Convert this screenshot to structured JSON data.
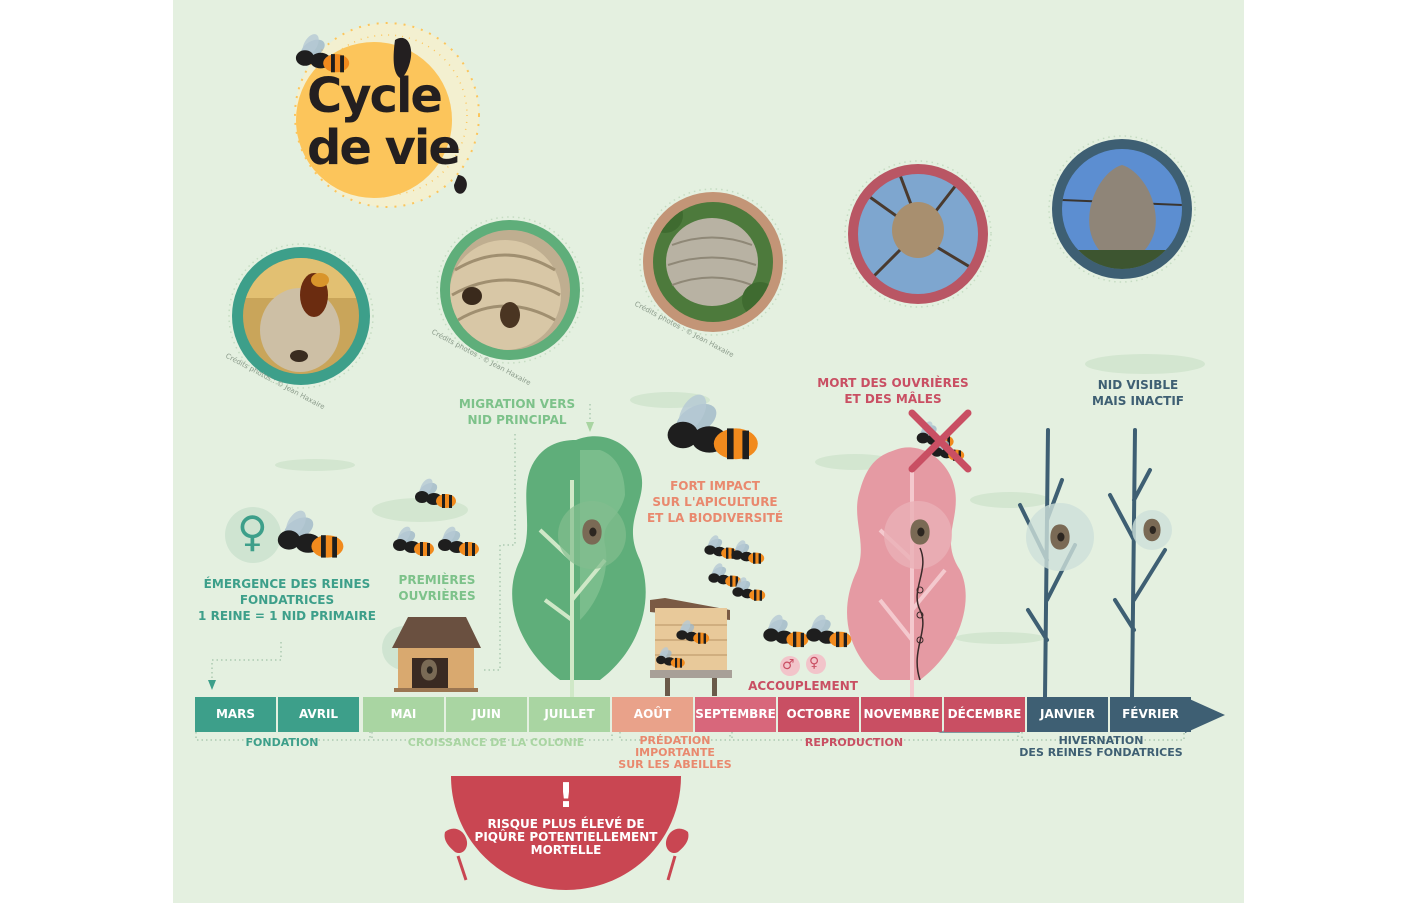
{
  "title": {
    "line1": "Cycle",
    "line2": "de vie"
  },
  "months": [
    {
      "label": "MARS",
      "color": "#3d9f8a"
    },
    {
      "label": "AVRIL",
      "color": "#3d9f8a"
    },
    {
      "label": "MAI",
      "color": "#a9d5a2"
    },
    {
      "label": "JUIN",
      "color": "#a9d5a2"
    },
    {
      "label": "JUILLET",
      "color": "#a9d5a2"
    },
    {
      "label": "AOÛT",
      "color": "#e9a28a"
    },
    {
      "label": "SEPTEMBRE",
      "color": "#d8677b"
    },
    {
      "label": "OCTOBRE",
      "color": "#c94f63"
    },
    {
      "label": "NOVEMBRE",
      "color": "#c94f63"
    },
    {
      "label": "DÉCEMBRE",
      "color": "#c94f63"
    },
    {
      "label": "JANVIER",
      "color": "#3e5f73"
    },
    {
      "label": "FÉVRIER",
      "color": "#3e5f73"
    }
  ],
  "phases": {
    "fondation": "FONDATION",
    "croissance": "CROISSANCE DE LA COLONIE",
    "predation": [
      "PRÉDATION",
      "IMPORTANTE",
      "SUR LES ABEILLES"
    ],
    "reproduction": "REPRODUCTION",
    "hivernation": [
      "HIVERNATION",
      "DES REINES FONDATRICES"
    ]
  },
  "events": {
    "emergence": [
      "ÉMERGENCE DES REINES",
      "FONDATRICES",
      "1 REINE = 1 NID PRIMAIRE"
    ],
    "premieres": [
      "PREMIÈRES",
      "OUVRIÈRES"
    ],
    "migration": [
      "MIGRATION VERS",
      "NID PRINCIPAL"
    ],
    "impact": [
      "FORT IMPACT",
      "SUR L'APICULTURE",
      "ET LA BIODIVERSITÉ"
    ],
    "accouplement": "ACCOUPLEMENT",
    "mort": [
      "MORT DES OUVRIÈRES",
      "ET DES MÂLES"
    ],
    "nid_visible": [
      "NID VISIBLE",
      "MAIS INACTIF"
    ]
  },
  "risk": {
    "mark": "!",
    "lines": [
      "RISQUE PLUS ÉLEVÉ DE",
      "PIQÛRE POTENTIELLEMENT",
      "MORTELLE"
    ]
  },
  "credit": "Crédits photos : © Jean Haxaire",
  "symbols": {
    "female": "♀",
    "male": "♂"
  },
  "colors": {
    "background": "#e4f0e0",
    "teal": "#3d9f8a",
    "light_green": "#a9d5a2",
    "tree_green": "#5fae7a",
    "salmon": "#e9a28a",
    "pink": "#e59aa3",
    "red": "#c94f63",
    "navy": "#3e5f73",
    "sun": "#fcc55b",
    "risk": "#c94652"
  }
}
